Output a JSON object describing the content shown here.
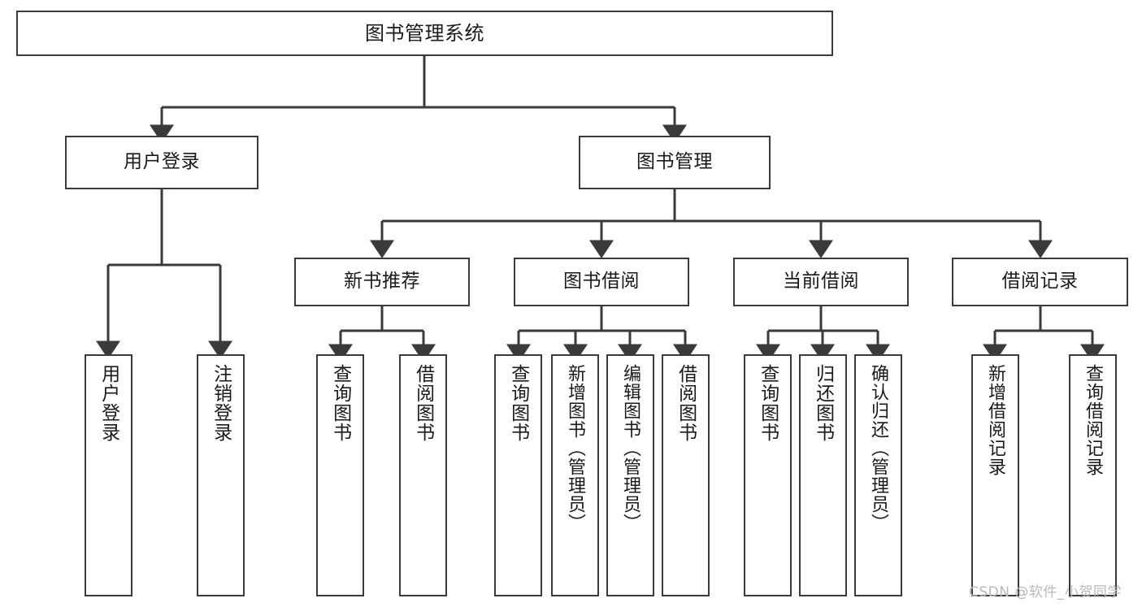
{
  "diagram": {
    "title": "图书管理系统",
    "type": "tree",
    "watermark": "CSDN @软件_小贺同学",
    "colors": {
      "box_border": "#3a3a3a",
      "box_fill": "#ffffff",
      "edge": "#3a3a3a",
      "text": "#1a1a1a",
      "watermark": "#b9b9b9",
      "background": "#ffffff"
    },
    "nodes": {
      "root": "图书管理系统",
      "level2": {
        "user_login": "用户登录",
        "book_manage": "图书管理"
      },
      "level3": {
        "new_book_rec": "新书推荐",
        "book_borrow": "图书借阅",
        "current_borrow": "当前借阅",
        "borrow_record": "借阅记录"
      },
      "leaves": {
        "user_login_1": "用户登录",
        "user_login_2": "注销登录",
        "new_book_rec_1": "查询图书",
        "new_book_rec_2": "借阅图书",
        "book_borrow_1": "查询图书",
        "book_borrow_2": "新增图书（管理员）",
        "book_borrow_3": "编辑图书（管理员）",
        "book_borrow_4": "借阅图书",
        "current_borrow_1": "查询图书",
        "current_borrow_2": "归还图书",
        "current_borrow_3": "确认归还（管理员）",
        "borrow_record_1": "新增借阅记录",
        "borrow_record_2": "查询借阅记录"
      }
    }
  }
}
